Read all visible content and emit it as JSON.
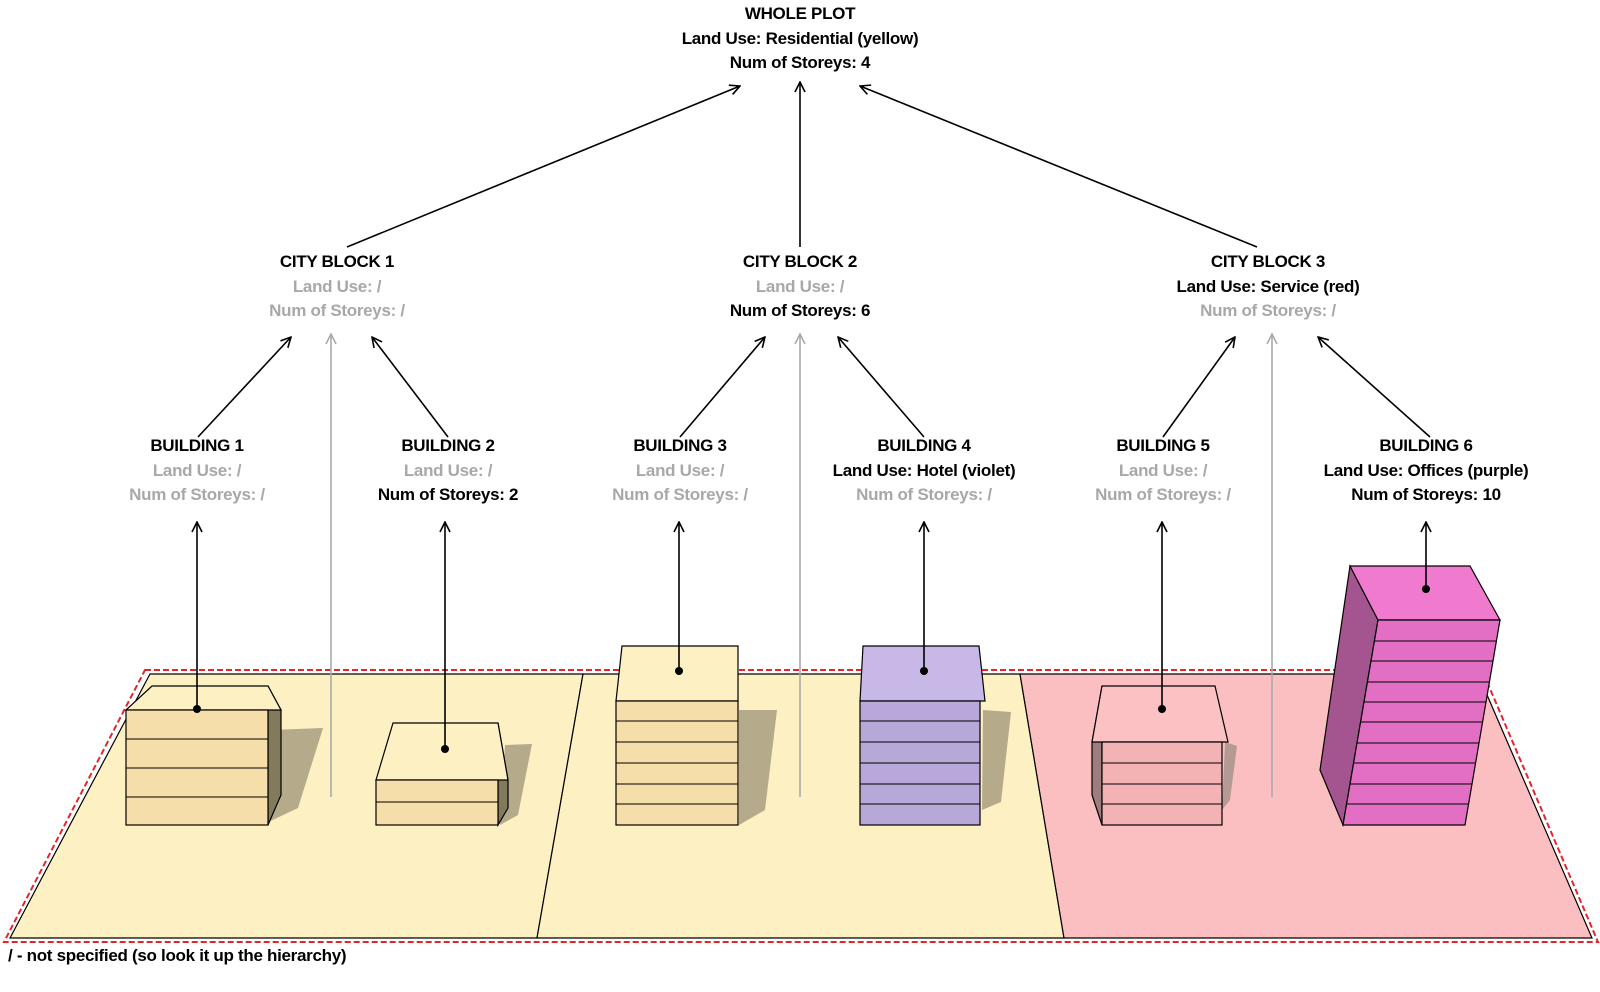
{
  "colors": {
    "residential": "#fdf1c4",
    "service": "#fcbfc1",
    "hotel": "#b7a8d9",
    "offices": "#e26fc4",
    "plot_border": "#e3262b",
    "unspecified_text": "#a8a8a8",
    "specified_text": "#000000"
  },
  "whole_plot": {
    "title": "WHOLE PLOT",
    "land_use": "Land Use: Residential (yellow)",
    "storeys": "Num of Storeys: 4",
    "land_use_specified": true,
    "storeys_specified": true
  },
  "city_blocks": [
    {
      "title": "CITY BLOCK 1",
      "land_use": "Land Use: /",
      "storeys": "Num of Storeys: /",
      "land_use_specified": false,
      "storeys_specified": false
    },
    {
      "title": "CITY BLOCK 2",
      "land_use": "Land Use: /",
      "storeys": "Num of Storeys: 6",
      "land_use_specified": false,
      "storeys_specified": true
    },
    {
      "title": "CITY BLOCK 3",
      "land_use": "Land Use: Service (red)",
      "storeys": "Num of Storeys: /",
      "land_use_specified": true,
      "storeys_specified": false
    }
  ],
  "buildings": [
    {
      "title": "BUILDING 1",
      "land_use": "Land Use: /",
      "storeys": "Num of Storeys: /",
      "land_use_specified": false,
      "storeys_specified": false,
      "block": 1,
      "floors": 4,
      "use": "residential"
    },
    {
      "title": "BUILDING 2",
      "land_use": "Land Use: /",
      "storeys": "Num of Storeys: 2",
      "land_use_specified": false,
      "storeys_specified": true,
      "block": 1,
      "floors": 2,
      "use": "residential"
    },
    {
      "title": "BUILDING 3",
      "land_use": "Land Use: /",
      "storeys": "Num of Storeys: /",
      "land_use_specified": false,
      "storeys_specified": false,
      "block": 2,
      "floors": 6,
      "use": "residential"
    },
    {
      "title": "BUILDING 4",
      "land_use": "Land Use: Hotel (violet)",
      "storeys": "Num of Storeys: /",
      "land_use_specified": true,
      "storeys_specified": false,
      "block": 2,
      "floors": 6,
      "use": "hotel"
    },
    {
      "title": "BUILDING 5",
      "land_use": "Land Use: /",
      "storeys": "Num of Storeys: /",
      "land_use_specified": false,
      "storeys_specified": false,
      "block": 3,
      "floors": 4,
      "use": "service"
    },
    {
      "title": "BUILDING 6",
      "land_use": "Land Use: Offices (purple)",
      "storeys": "Num of Storeys: 10",
      "land_use_specified": true,
      "storeys_specified": true,
      "block": 3,
      "floors": 10,
      "use": "offices"
    }
  ],
  "footnote": "/ -  not specified (so look it up the hierarchy)"
}
